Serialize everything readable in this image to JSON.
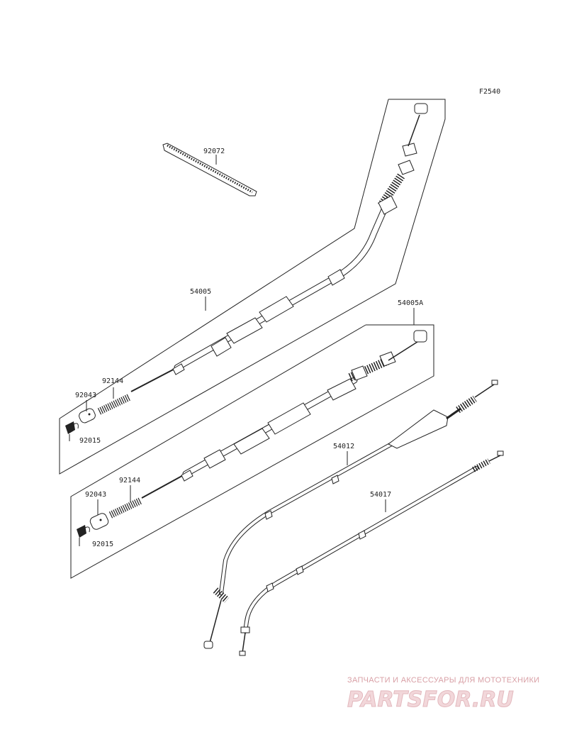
{
  "diagram": {
    "figure_code": "F2540",
    "parts": [
      {
        "id": "band",
        "number": "92072"
      },
      {
        "id": "cable-upper",
        "number": "54005"
      },
      {
        "id": "cable-lower",
        "number": "54005A"
      },
      {
        "id": "cable-54012",
        "number": "54012"
      },
      {
        "id": "cable-54017",
        "number": "54017"
      },
      {
        "id": "spring-1",
        "number": "92144"
      },
      {
        "id": "pin-1",
        "number": "92043"
      },
      {
        "id": "clip-1",
        "number": "92015"
      },
      {
        "id": "spring-2",
        "number": "92144"
      },
      {
        "id": "pin-2",
        "number": "92043"
      },
      {
        "id": "clip-2",
        "number": "92015"
      }
    ]
  },
  "watermark": {
    "tagline": "ЗАПЧАСТИ И АКСЕССУАРЫ ДЛЯ МОТОТЕХНИКИ",
    "brand": "PARTSFOR.RU"
  }
}
